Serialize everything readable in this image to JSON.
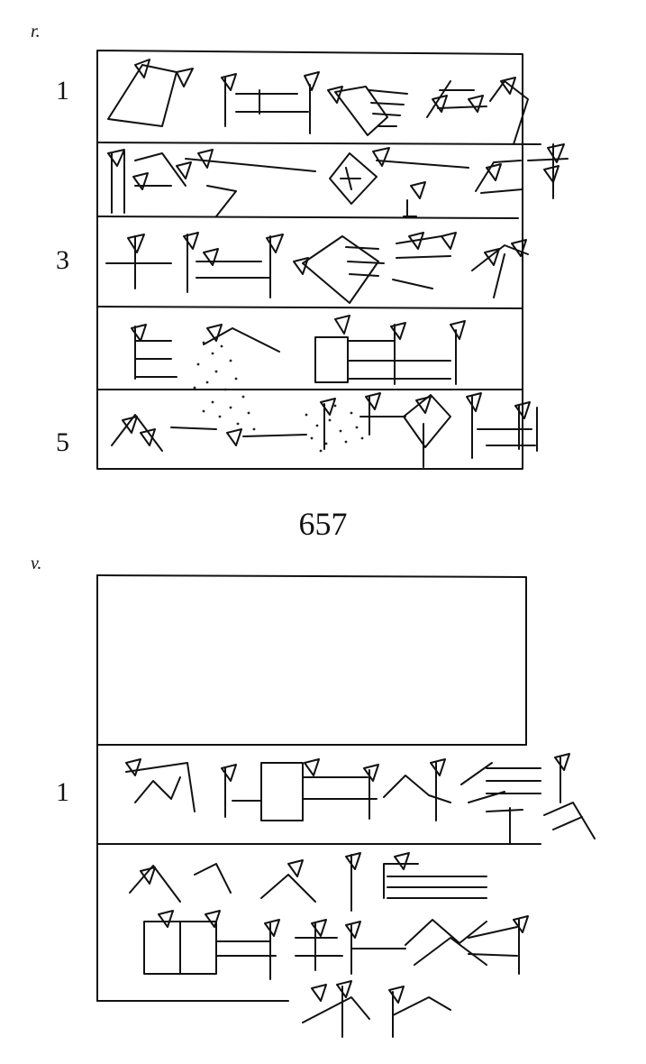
{
  "obverse": {
    "label": "r.",
    "line_numbers": [
      "1",
      "3",
      "5"
    ]
  },
  "tablet_number": "657",
  "reverse": {
    "label": "v.",
    "line_numbers": [
      "1"
    ]
  }
}
